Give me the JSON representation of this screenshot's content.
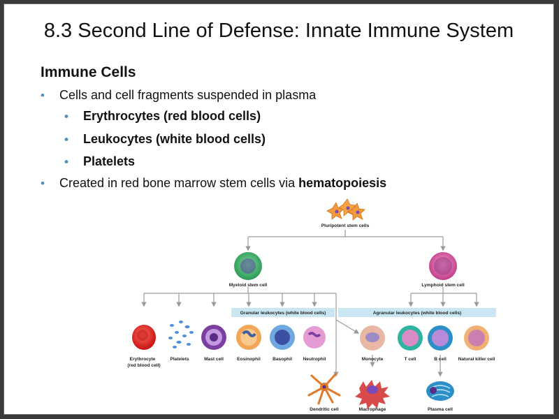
{
  "slide": {
    "title": "8.3 Second Line of Defense: Innate Immune System",
    "heading": "Immune Cells",
    "bullets": [
      {
        "text": "Cells and cell fragments suspended in plasma",
        "sub": [
          "Erythrocytes (red blood cells)",
          "Leukocytes (white blood cells)",
          "Platelets"
        ]
      },
      {
        "text_prefix": "Created in red bone marrow stem cells via ",
        "text_bold": "hematopoiesis"
      }
    ]
  },
  "diagram": {
    "pluripotent_label": "Pluripotent stem cells",
    "myeloid_label": "Myeloid stem cell",
    "lymphoid_label": "Lymphoid stem cell",
    "granular_band": "Granular leukocytes (white blood cells)",
    "agranular_band": "Agranular leukocytes (white blood cells)",
    "cells": {
      "erythrocyte": "Erythrocyte",
      "erythrocyte_sub": "(red blood cell)",
      "platelets": "Platelets",
      "mast_cell": "Mast cell",
      "eosinophil": "Eosinophil",
      "basophil": "Basophil",
      "neutrophil": "Neutrophil",
      "monocyte": "Monocyte",
      "t_cell": "T cell",
      "b_cell": "B cell",
      "nk_cell": "Natural killer cell",
      "dendritic_cell": "Dendritic cell",
      "macrophage": "Macrophage",
      "plasma_cell": "Plasma cell"
    },
    "colors": {
      "bullet": "#4f8fb8",
      "band": "#c9e6f2",
      "arrow": "#9a9a9a",
      "erythrocyte": "#e02020",
      "platelet": "#4d8fd8",
      "myeloid": "#39a864",
      "lymphoid": "#d84f9a",
      "dendritic": "#e07a28",
      "macrophage": "#d94a4a",
      "plasma": "#2d8fc8"
    }
  }
}
